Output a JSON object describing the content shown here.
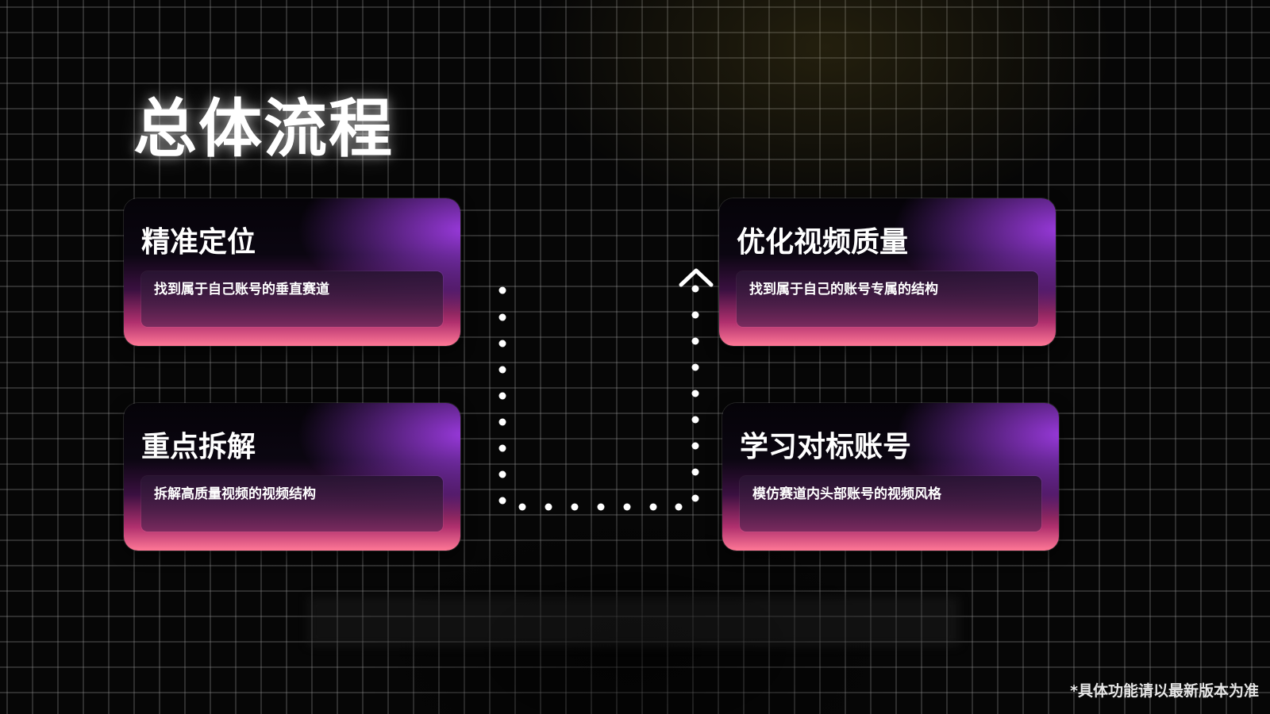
{
  "title": "总体流程",
  "steps": [
    {
      "title": "精准定位",
      "desc": "找到属于自己账号的垂直赛道"
    },
    {
      "title": "重点拆解",
      "desc": "拆解高质量视频的视频结构"
    },
    {
      "title": "学习对标账号",
      "desc": "模仿赛道内头部账号的视频风格"
    },
    {
      "title": "优化视频质量",
      "desc": "找到属于自己的账号专属的结构"
    }
  ],
  "footnote": "*具体功能请以最新版本为准",
  "colors": {
    "background": "#050505",
    "card_accent_purple": "#a03ce6",
    "card_accent_pink": "#ff7896",
    "text": "#ffffff"
  }
}
